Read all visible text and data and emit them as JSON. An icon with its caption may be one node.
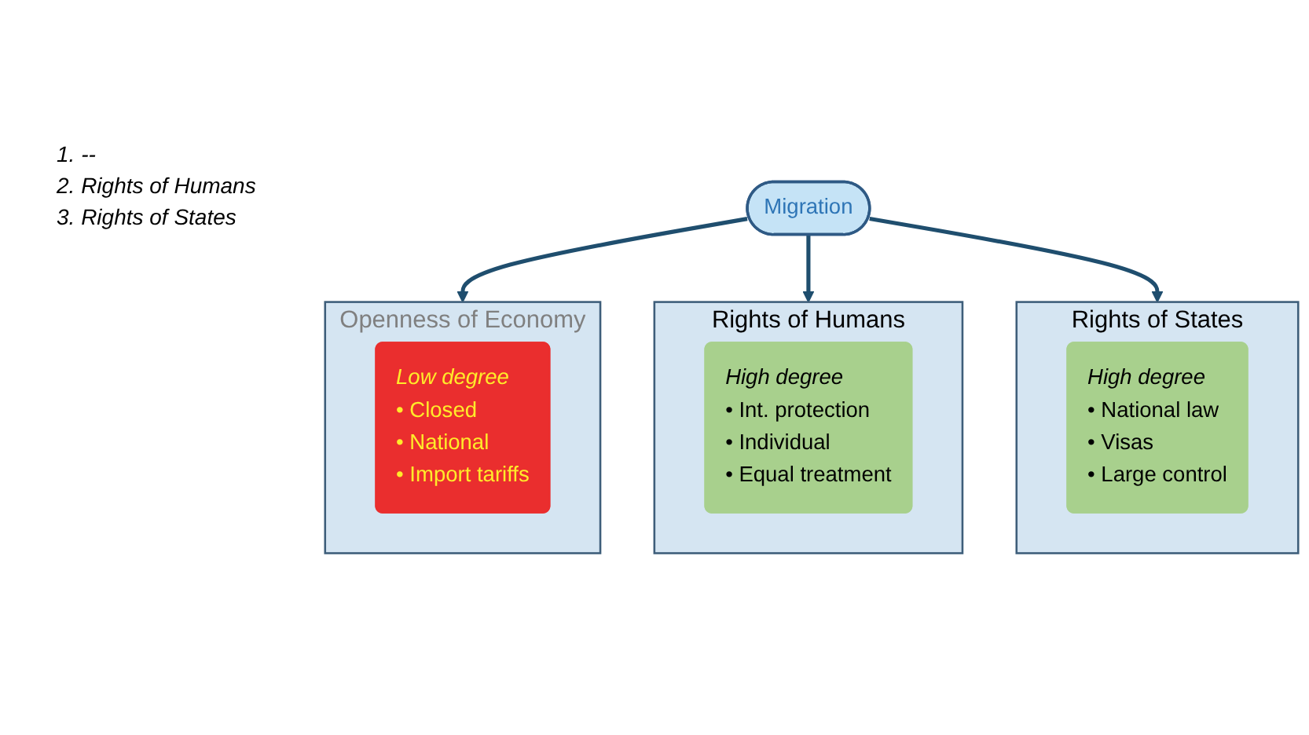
{
  "diagram": {
    "nodes": [
      {
        "text": [
          "Openness of Economy"
        ]
      },
      {
        "text": [
          "Low degree",
          "• Closed",
          "• National",
          "• Import tariffs"
        ],
        "in": 0
      },
      {
        "text": [
          "Migration"
        ]
      },
      {
        "text": [
          "Rights of Humans"
        ]
      },
      {
        "text": [
          "High degree",
          "• Int. protection",
          "• Individual",
          "• Equal treatment"
        ],
        "in": 3
      },
      {
        "text": [
          "Rights of States"
        ]
      },
      {
        "text": [
          "High degree",
          "• National law",
          "• Visas",
          "• Large control"
        ],
        "in": 5
      }
    ],
    "edges": [
      {
        "from": 2,
        "to": 0,
        "arrow": "to"
      },
      {
        "from": 2,
        "to": 3,
        "arrow": "to"
      },
      {
        "from": 2,
        "to": 5,
        "arrow": "to"
      }
    ],
    "labels": [
      "1. --",
      "2. Rights of Humans",
      "3. Rights of States"
    ]
  }
}
